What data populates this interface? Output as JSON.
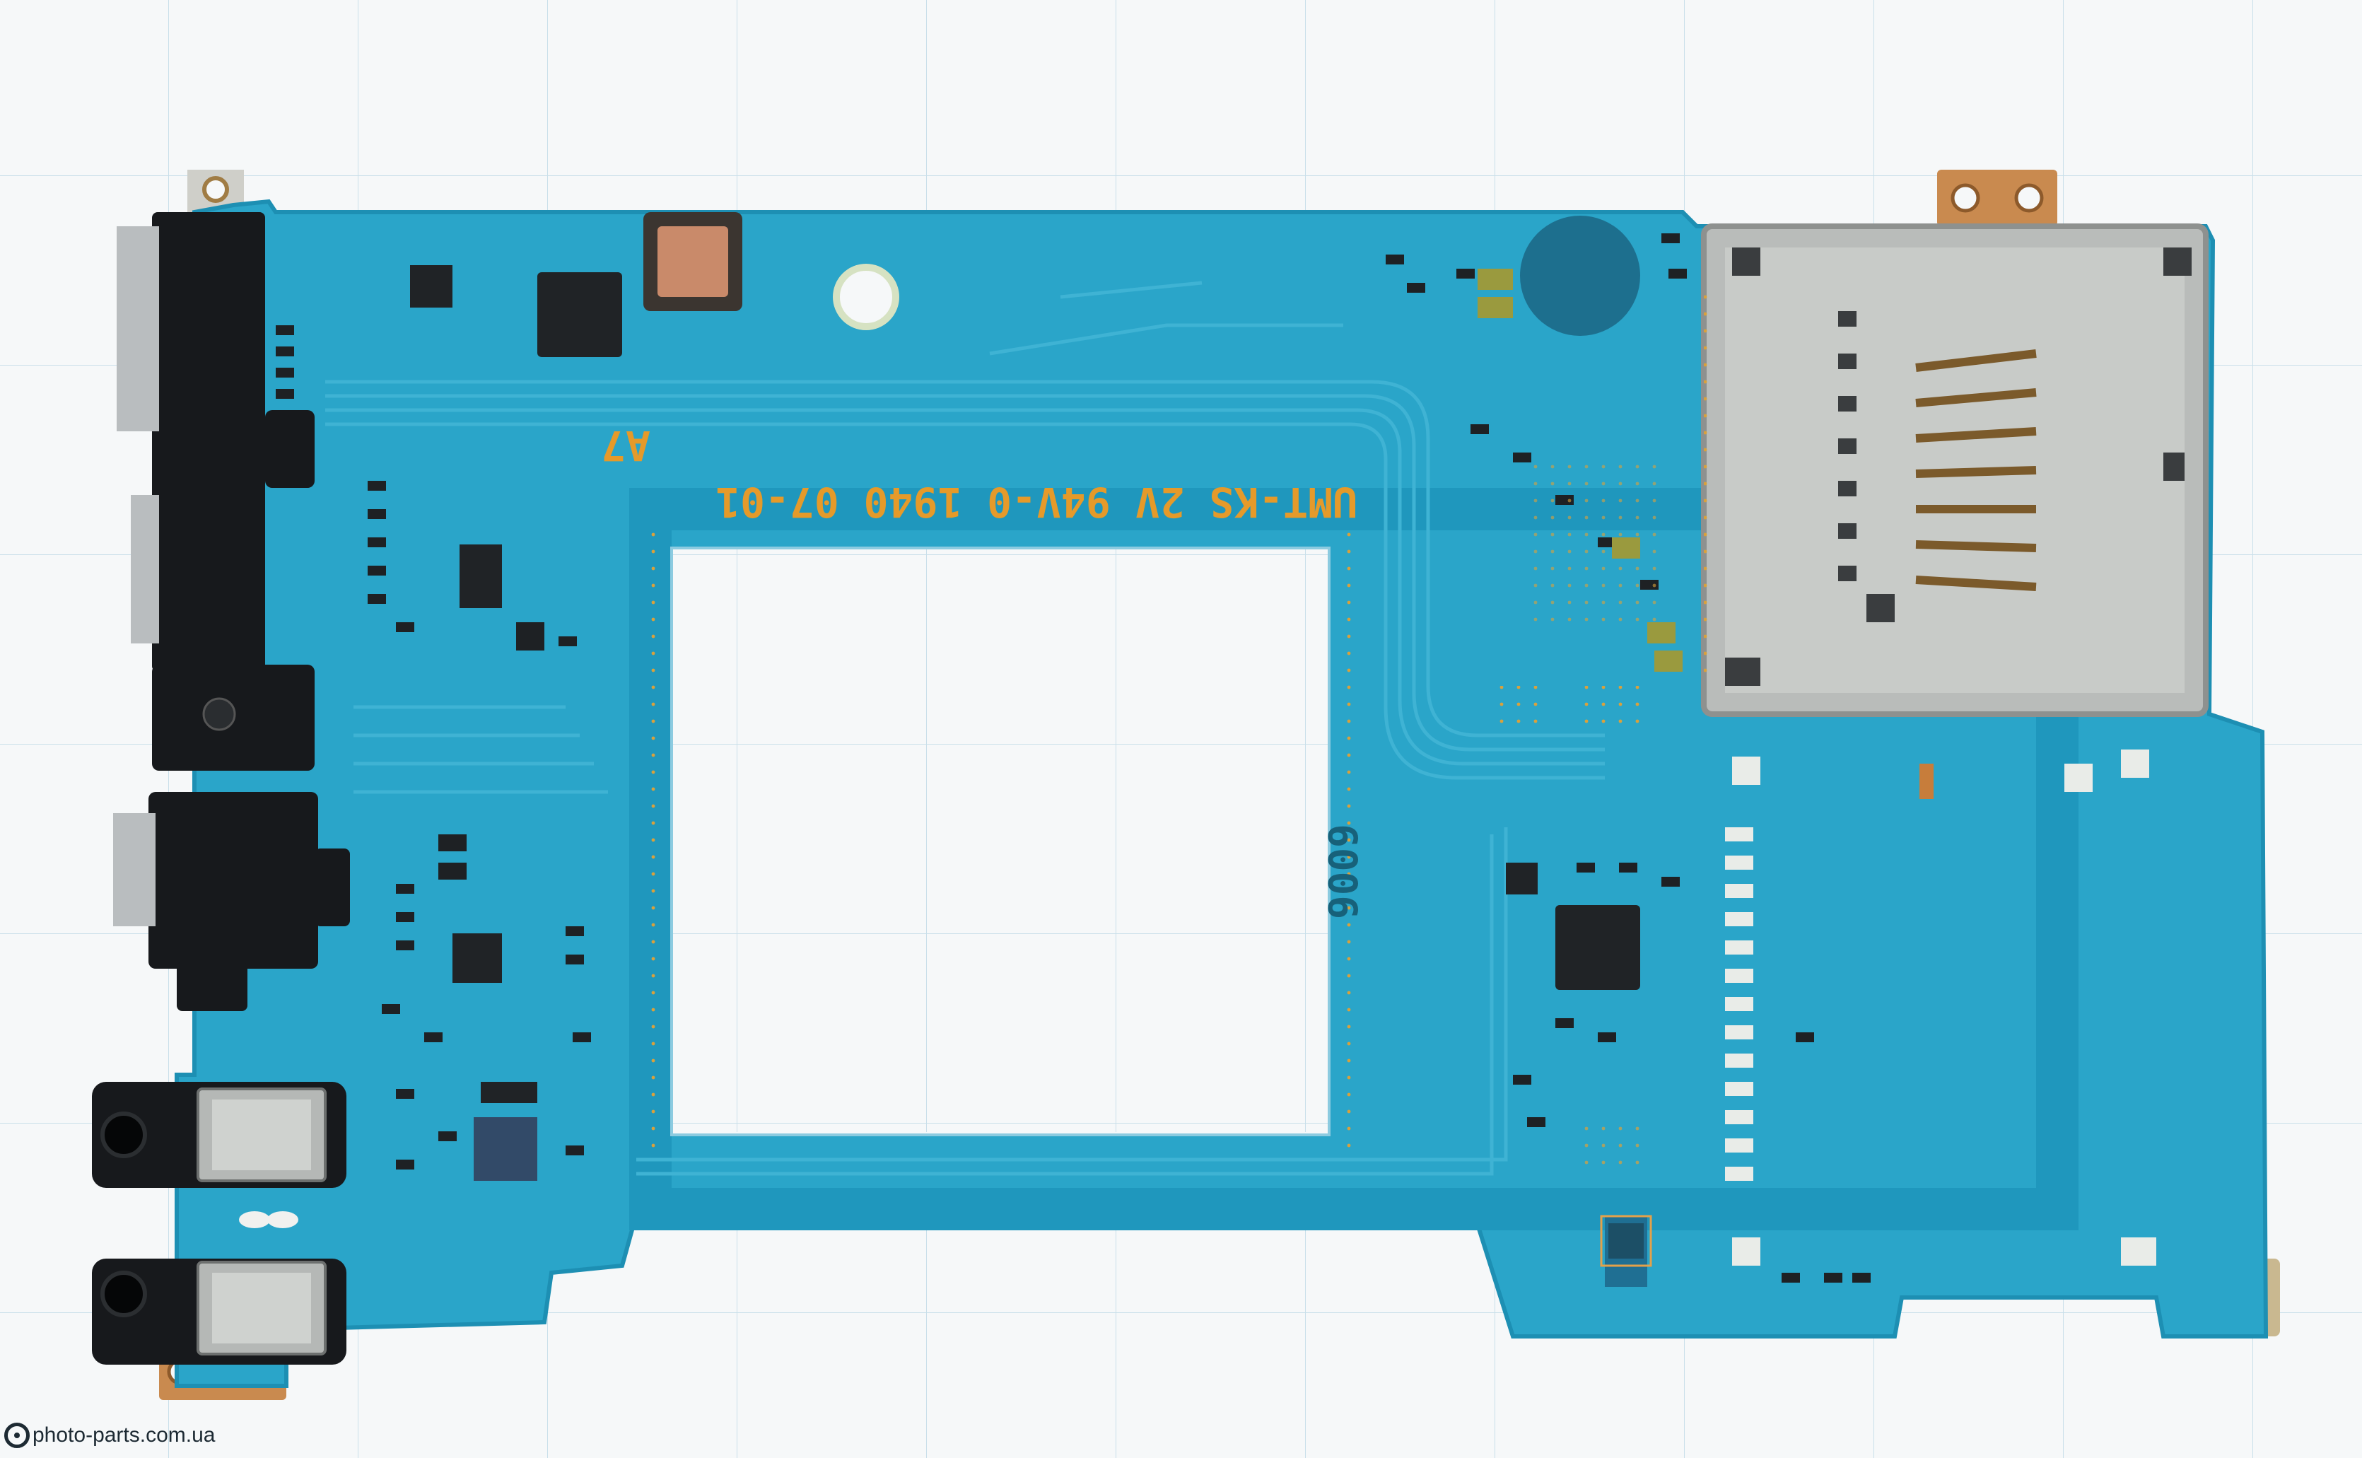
{
  "board": {
    "silkscreen_main": "UMT-KS 2V 94V-0  1940 07-01",
    "silkscreen_a7": "A7",
    "silkscreen_code": "9009"
  },
  "watermark": {
    "text": "photo-parts.com.ua",
    "icon": "camera-lens-logo-icon"
  },
  "colors": {
    "pcb": "#2aa5c9",
    "pcb_edge": "#1d8fb3",
    "background": "#f6f8f9",
    "connector": "#17191c",
    "metal": "#bfc2c1",
    "silkscreen": "#e59a2a",
    "copper": "#c77d3b"
  }
}
